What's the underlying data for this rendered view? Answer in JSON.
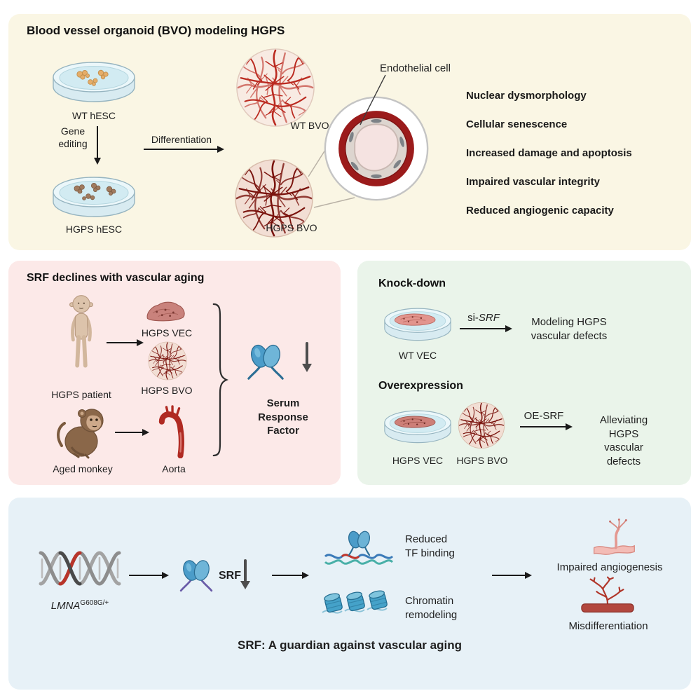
{
  "colors": {
    "top_panel_bg": "#faf6e4",
    "left_panel_bg": "#fce9e8",
    "right_panel_bg": "#eaf4ea",
    "bottom_panel_bg": "#e7f1f7",
    "wt_vessel_red": "#bb2a20",
    "hgps_vessel_red": "#7a130d",
    "srf_blue": "#4b9cc9",
    "aorta_red": "#b02a22",
    "text": "#1a1a1a"
  },
  "icons": {
    "arrow-right-icon": "→",
    "arrow-down-icon": "↓",
    "decrease-arrow-icon": "↓",
    "brace-icon": "}",
    "petri-dish-icon": "petri dish",
    "organoid-icon": "vascular organoid sphere",
    "vessel-cross-section-icon": "blood vessel cross-section",
    "patient-icon": "HGPS patient silhouette",
    "monkey-icon": "aged monkey",
    "aorta-icon": "aorta",
    "srf-dimer-icon": "SRF protein dimer",
    "dna-helix-icon": "DNA double helix",
    "tf-dna-icon": "transcription factor on DNA",
    "nucleosome-icon": "nucleosomes",
    "angiogenesis-icon": "sprouting vessel",
    "misdifferentiation-icon": "misdifferentiated vessel"
  },
  "top": {
    "title": "Blood vessel organoid (BVO) modeling HGPS",
    "wt_hesc_label": "WT hESC",
    "gene_editing_label": "Gene\nediting",
    "hgps_hesc_label": "HGPS hESC",
    "differentiation_label": "Differentiation",
    "wt_bvo_label": "WT BVO",
    "hgps_bvo_label": "HGPS BVO",
    "endothelial_cell_label": "Endothelial cell",
    "findings": [
      "Nuclear dysmorphology",
      "Cellular senescence",
      "Increased damage and apoptosis",
      "Impaired vascular integrity",
      "Reduced angiogenic capacity"
    ]
  },
  "left": {
    "title": "SRF declines with vascular aging",
    "hgps_patient_label": "HGPS patient",
    "hgps_vec_label": "HGPS VEC",
    "hgps_bvo_label": "HGPS BVO",
    "aged_monkey_label": "Aged monkey",
    "aorta_label": "Aorta",
    "srf_full_name": "Serum\nResponse Factor"
  },
  "right": {
    "knockdown_title": "Knock-down",
    "wt_vec_label": "WT VEC",
    "si_prefix": "si-",
    "si_gene": "SRF",
    "knockdown_result": "Modeling HGPS\nvascular defects",
    "overexpression_title": "Overexpression",
    "hgps_vec_label": "HGPS VEC",
    "hgps_bvo_label": "HGPS BVO",
    "oe_srf_label": "OE-SRF",
    "overexpression_result": "Alleviating HGPS\nvascular defects"
  },
  "bottom": {
    "lmna_gene": "LMNA",
    "lmna_superscript": "G608G/+",
    "srf_label": "SRF",
    "reduced_tf_binding": "Reduced\nTF binding",
    "chromatin_remodeling": "Chromatin\nremodeling",
    "impaired_angiogenesis": "Impaired angiogenesis",
    "misdifferentiation": "Misdifferentiation",
    "tagline": "SRF: A guardian against vascular aging"
  }
}
